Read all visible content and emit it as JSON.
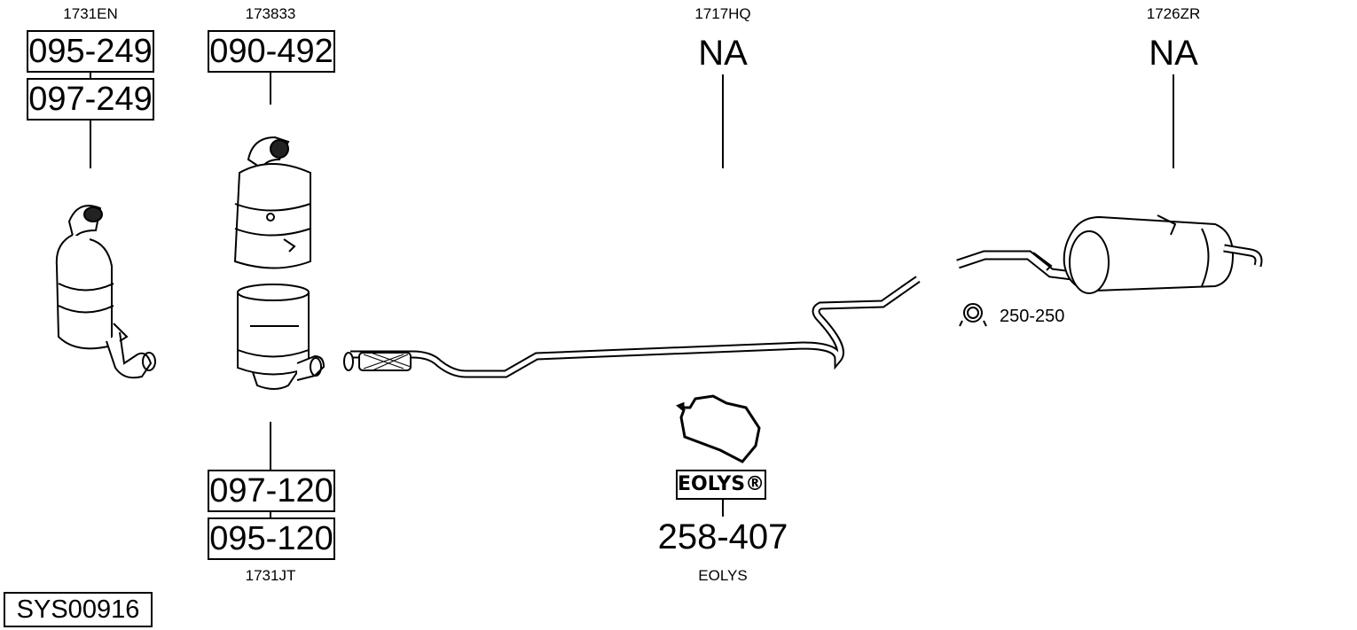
{
  "system_id": "SYS00916",
  "groups": [
    {
      "ref": "1731EN",
      "part_numbers": [
        "095-249",
        "097-249"
      ]
    },
    {
      "ref": "173833",
      "part_numbers": [
        "090-492"
      ]
    },
    {
      "ref": "1717HQ",
      "part_numbers": [
        "NA"
      ]
    },
    {
      "ref": "1726ZR",
      "part_numbers": [
        "NA"
      ]
    },
    {
      "ref": "1731JT",
      "part_numbers": [
        "097-120",
        "095-120"
      ]
    },
    {
      "ref": "EOLYS",
      "part_numbers": [
        "258-407"
      ],
      "logo_text": "EOLYS®"
    }
  ],
  "clamp": {
    "part_number": "250-250"
  }
}
